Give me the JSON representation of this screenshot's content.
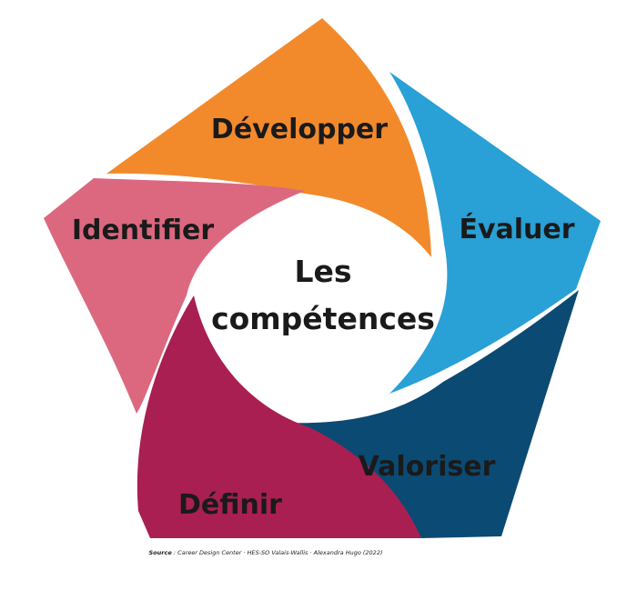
{
  "center": {
    "line1": "Les",
    "line2": "compétences"
  },
  "segments": [
    {
      "id": "developper",
      "label": "Développer",
      "color": "#F28A2C"
    },
    {
      "id": "evaluer",
      "label": "Évaluer",
      "color": "#29A0D6"
    },
    {
      "id": "valoriser",
      "label": "Valoriser",
      "color": "#0B4A72"
    },
    {
      "id": "definir",
      "label": "Définir",
      "color": "#A91F52"
    },
    {
      "id": "identifier",
      "label": "Identifier",
      "color": "#DC6880"
    }
  ],
  "source": {
    "prefix": "Source",
    "text": " : Career Design Center · HES-SO Valais-Wallis · Alexandra Hugo (2022)"
  }
}
